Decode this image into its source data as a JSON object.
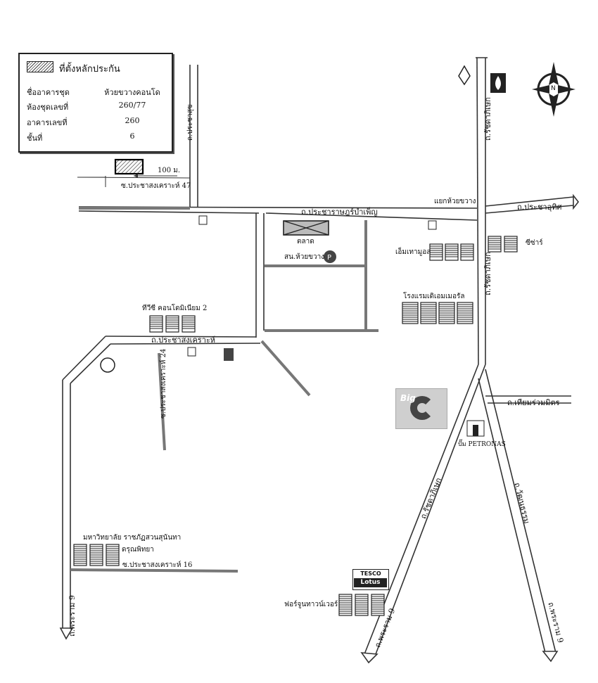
{
  "legend": {
    "title": "ที่ตั้งหลักประกัน",
    "rows": [
      {
        "key": "ชื่ออาคารชุด",
        "value": "ห้วยขวางคอนโด"
      },
      {
        "key": "ห้องชุดเลขที่",
        "value": "260/77"
      },
      {
        "key": "อาคารเลขที่",
        "value": "260"
      },
      {
        "key": "ชั้นที่",
        "value": "6"
      }
    ]
  },
  "compass": {
    "letter": "N"
  },
  "roads": {
    "pracharat_bamphen": "ถ.ประชาราษฎร์บำเพ็ญ",
    "pracha_uthit": "ถ.ประชาอุทิศ",
    "pracha_songkhro": "ถ.ประชาสงเคราะห์",
    "pracha_suk": "ถ.ประชาสุข",
    "rachadaphisek_north": "ถ.รัชดาภิเษก",
    "rachadaphisek_mid": "ถ.รัชดาภิเษก",
    "rachadaphisek_south": "ถ.รัชดาภิเษก",
    "rama9_left": "ถ.พระราม 9",
    "rama9_south": "ถ.พระราม 9",
    "rama9_right": "ถ.พระราม 9",
    "thiam_ruam_mit": "ถ.เทียมร่วมมิตร",
    "wattanatham": "ถ.วัฒนธรรม",
    "soi_pracha_songkhro_47": "ซ.ประชาสงเคราะห์ 47",
    "soi_pracha_songkhro_24": "ซ.ประชาสงเคราะห์ 24",
    "soi_pracha_songkhro_16": "ซ.ประชาสงเคราะห์ 16"
  },
  "labels": {
    "distance": "100 ม.",
    "huai_khwang_junction": "แยกห้วยขวาง",
    "market": "ตลาด",
    "police_station": "สน.ห้วยขวาง",
    "tvc_condo": "ทีวีซี คอนโดมิเนียม 2",
    "embassy_hotel": "โรงแรมเดิเอมเมอรัล",
    "fortune_mall": "เอ็มเทามูอล",
    "chechar": "ซีซ่าร์",
    "university": "มหาวิทยาลัย ราชภัฏสวนสุนันทา",
    "university_line2": "ดรุณพิทยา",
    "fortune_tower": "ฟอร์จูนทาวน์เวอร์",
    "petronas": "ปั๊ม PETRONAS",
    "big_c": "Big",
    "tesco_top": "TESCO",
    "tesco_bottom": "Lotus"
  },
  "colors": {
    "ink": "#222222",
    "road": "#555555",
    "gray_road": "#777777"
  }
}
